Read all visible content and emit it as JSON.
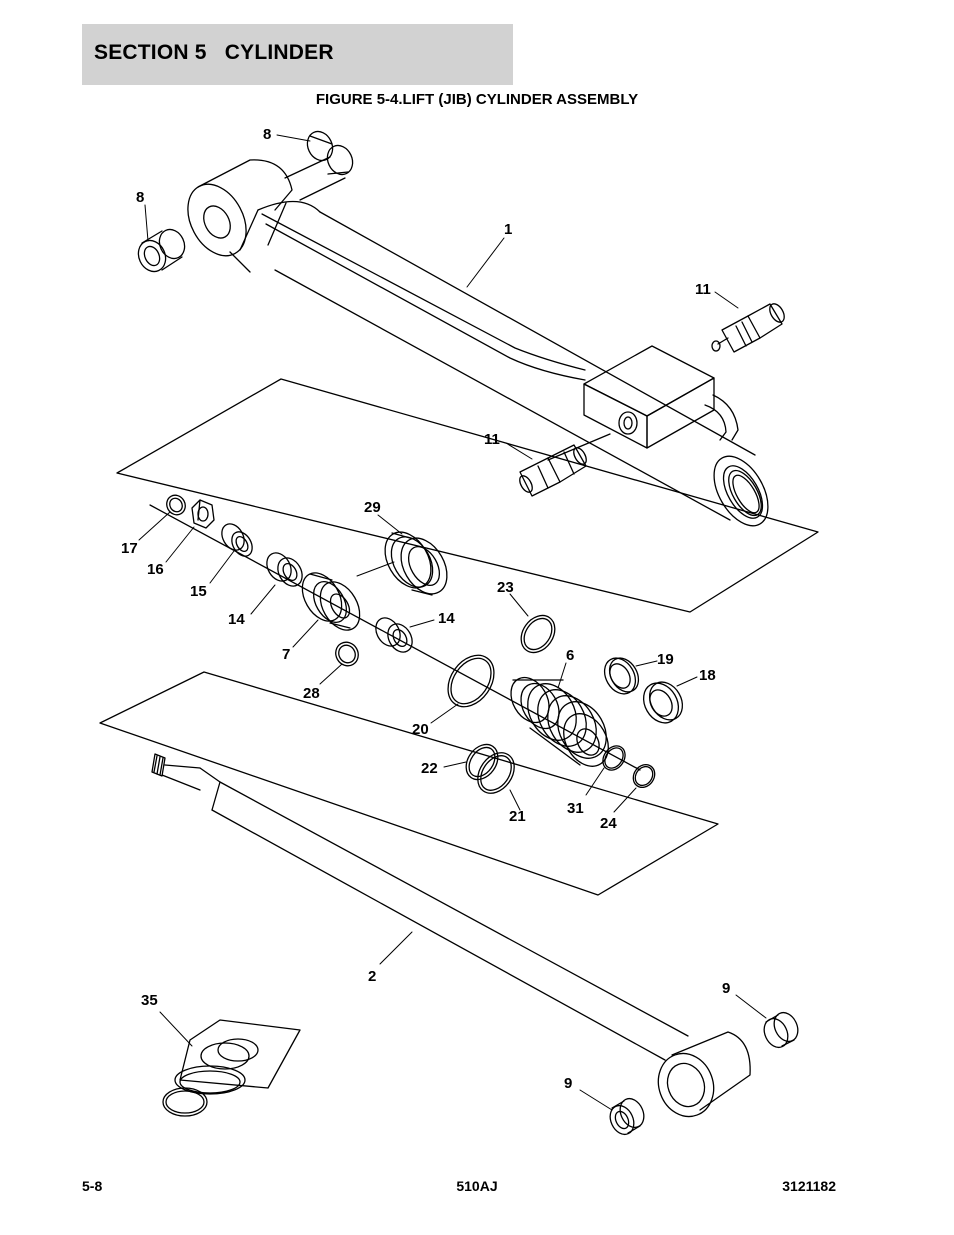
{
  "header": {
    "section_title": "SECTION 5   CYLINDER",
    "figure_title": "FIGURE 5-4.LIFT (JIB) CYLINDER ASSEMBLY"
  },
  "callouts": {
    "c1": "1",
    "c2": "2",
    "c6": "6",
    "c7": "7",
    "c8a": "8",
    "c8b": "8",
    "c9a": "9",
    "c9b": "9",
    "c11a": "11",
    "c11b": "11",
    "c14a": "14",
    "c14b": "14",
    "c15": "15",
    "c16": "16",
    "c17": "17",
    "c18": "18",
    "c19": "19",
    "c20": "20",
    "c21": "21",
    "c22": "22",
    "c23": "23",
    "c24": "24",
    "c28": "28",
    "c29": "29",
    "c31": "31",
    "c35": "35"
  },
  "footer": {
    "page_number": "5-8",
    "model": "510AJ",
    "document_number": "3121182"
  }
}
